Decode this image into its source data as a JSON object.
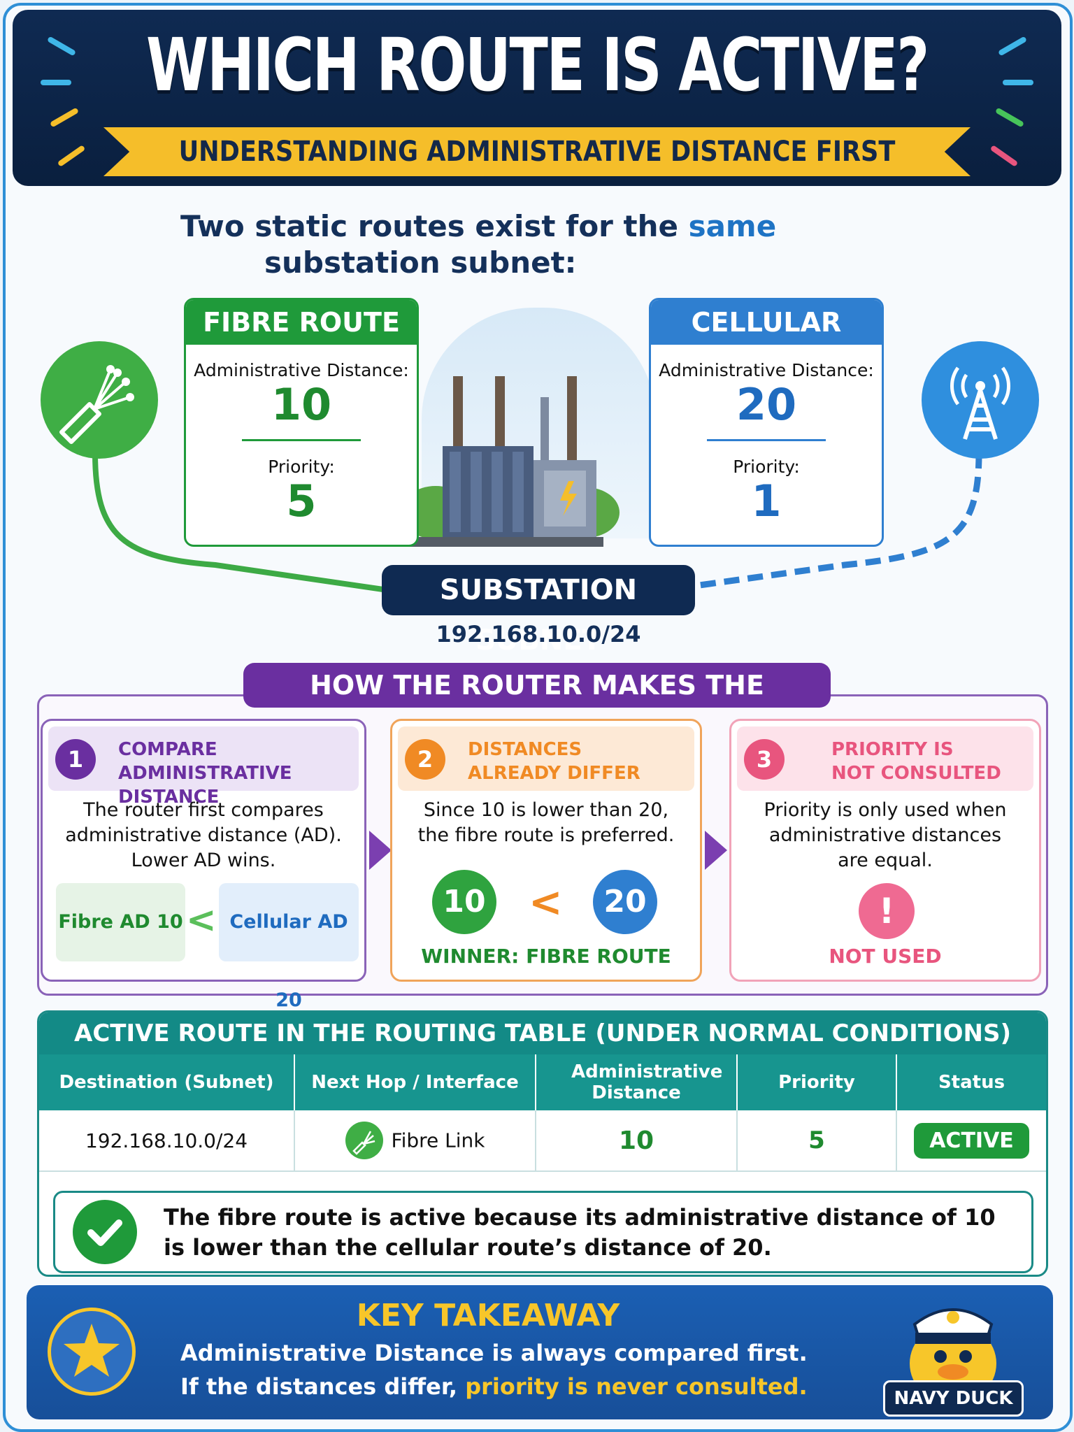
{
  "header": {
    "title": "WHICH ROUTE IS ACTIVE?",
    "subtitle": "UNDERSTANDING ADMINISTRATIVE DISTANCE FIRST"
  },
  "intro": {
    "line1_a": "Two static routes exist for the ",
    "line1_highlight": "same",
    "line2": "substation subnet:"
  },
  "fibre": {
    "title": "FIBRE ROUTE",
    "ad_label": "Administrative Distance:",
    "ad_value": "10",
    "priority_label": "Priority:",
    "priority_value": "5",
    "color": "#1f9a3a",
    "icon": "fibre-optic-icon"
  },
  "cellular": {
    "title": "CELLULAR ROUTE",
    "ad_label": "Administrative Distance:",
    "ad_value": "20",
    "priority_label": "Priority:",
    "priority_value": "1",
    "color": "#2f7fd0",
    "icon": "cell-tower-icon"
  },
  "subnet": {
    "label": "SUBSTATION SUBNET",
    "ip": "192.168.10.0/24"
  },
  "decision": {
    "title": "HOW THE ROUTER MAKES THE DECISION",
    "steps": [
      {
        "num": "1",
        "label_line1": "COMPARE",
        "label_line2": "ADMINISTRATIVE DISTANCE",
        "body_line1": "The router first compares",
        "body_line2": "administrative distance (AD).",
        "body_line3": "Lower AD wins.",
        "left_chip": "Fibre AD 10",
        "operator": "<",
        "right_chip": "Cellular AD 20",
        "color": "#6a2fa0"
      },
      {
        "num": "2",
        "label_line1": "DISTANCES",
        "label_line2": "ALREADY DIFFER",
        "body_line1": "Since 10 is lower than 20,",
        "body_line2": "the fibre route is preferred.",
        "left_value": "10",
        "operator": "<",
        "right_value": "20",
        "winner": "WINNER: FIBRE ROUTE",
        "color": "#f08a24"
      },
      {
        "num": "3",
        "label_line1": "PRIORITY IS",
        "label_line2": "NOT CONSULTED",
        "body_line1": "Priority is only used when",
        "body_line2": "administrative distances",
        "body_line3": "are equal.",
        "status": "NOT USED",
        "color": "#e8557e"
      }
    ]
  },
  "table": {
    "title": "ACTIVE ROUTE IN THE ROUTING TABLE (UNDER NORMAL CONDITIONS)",
    "headers": [
      "Destination (Subnet)",
      "Next Hop / Interface",
      "Administrative Distance",
      "Priority",
      "Status"
    ],
    "row": {
      "destination": "192.168.10.0/24",
      "next_hop": "Fibre Link",
      "ad": "10",
      "priority": "5",
      "status": "ACTIVE"
    }
  },
  "note": {
    "line1": "The fibre route is active because its administrative distance of 10",
    "line2": "is lower than the cellular route’s distance of 20."
  },
  "takeaway": {
    "title": "KEY TAKEAWAY",
    "line1": "Administrative Distance is always compared first.",
    "line2_a": "If the distances differ, ",
    "line2_highlight": "priority is never consulted.",
    "mascot_label": "NAVY DUCK"
  }
}
